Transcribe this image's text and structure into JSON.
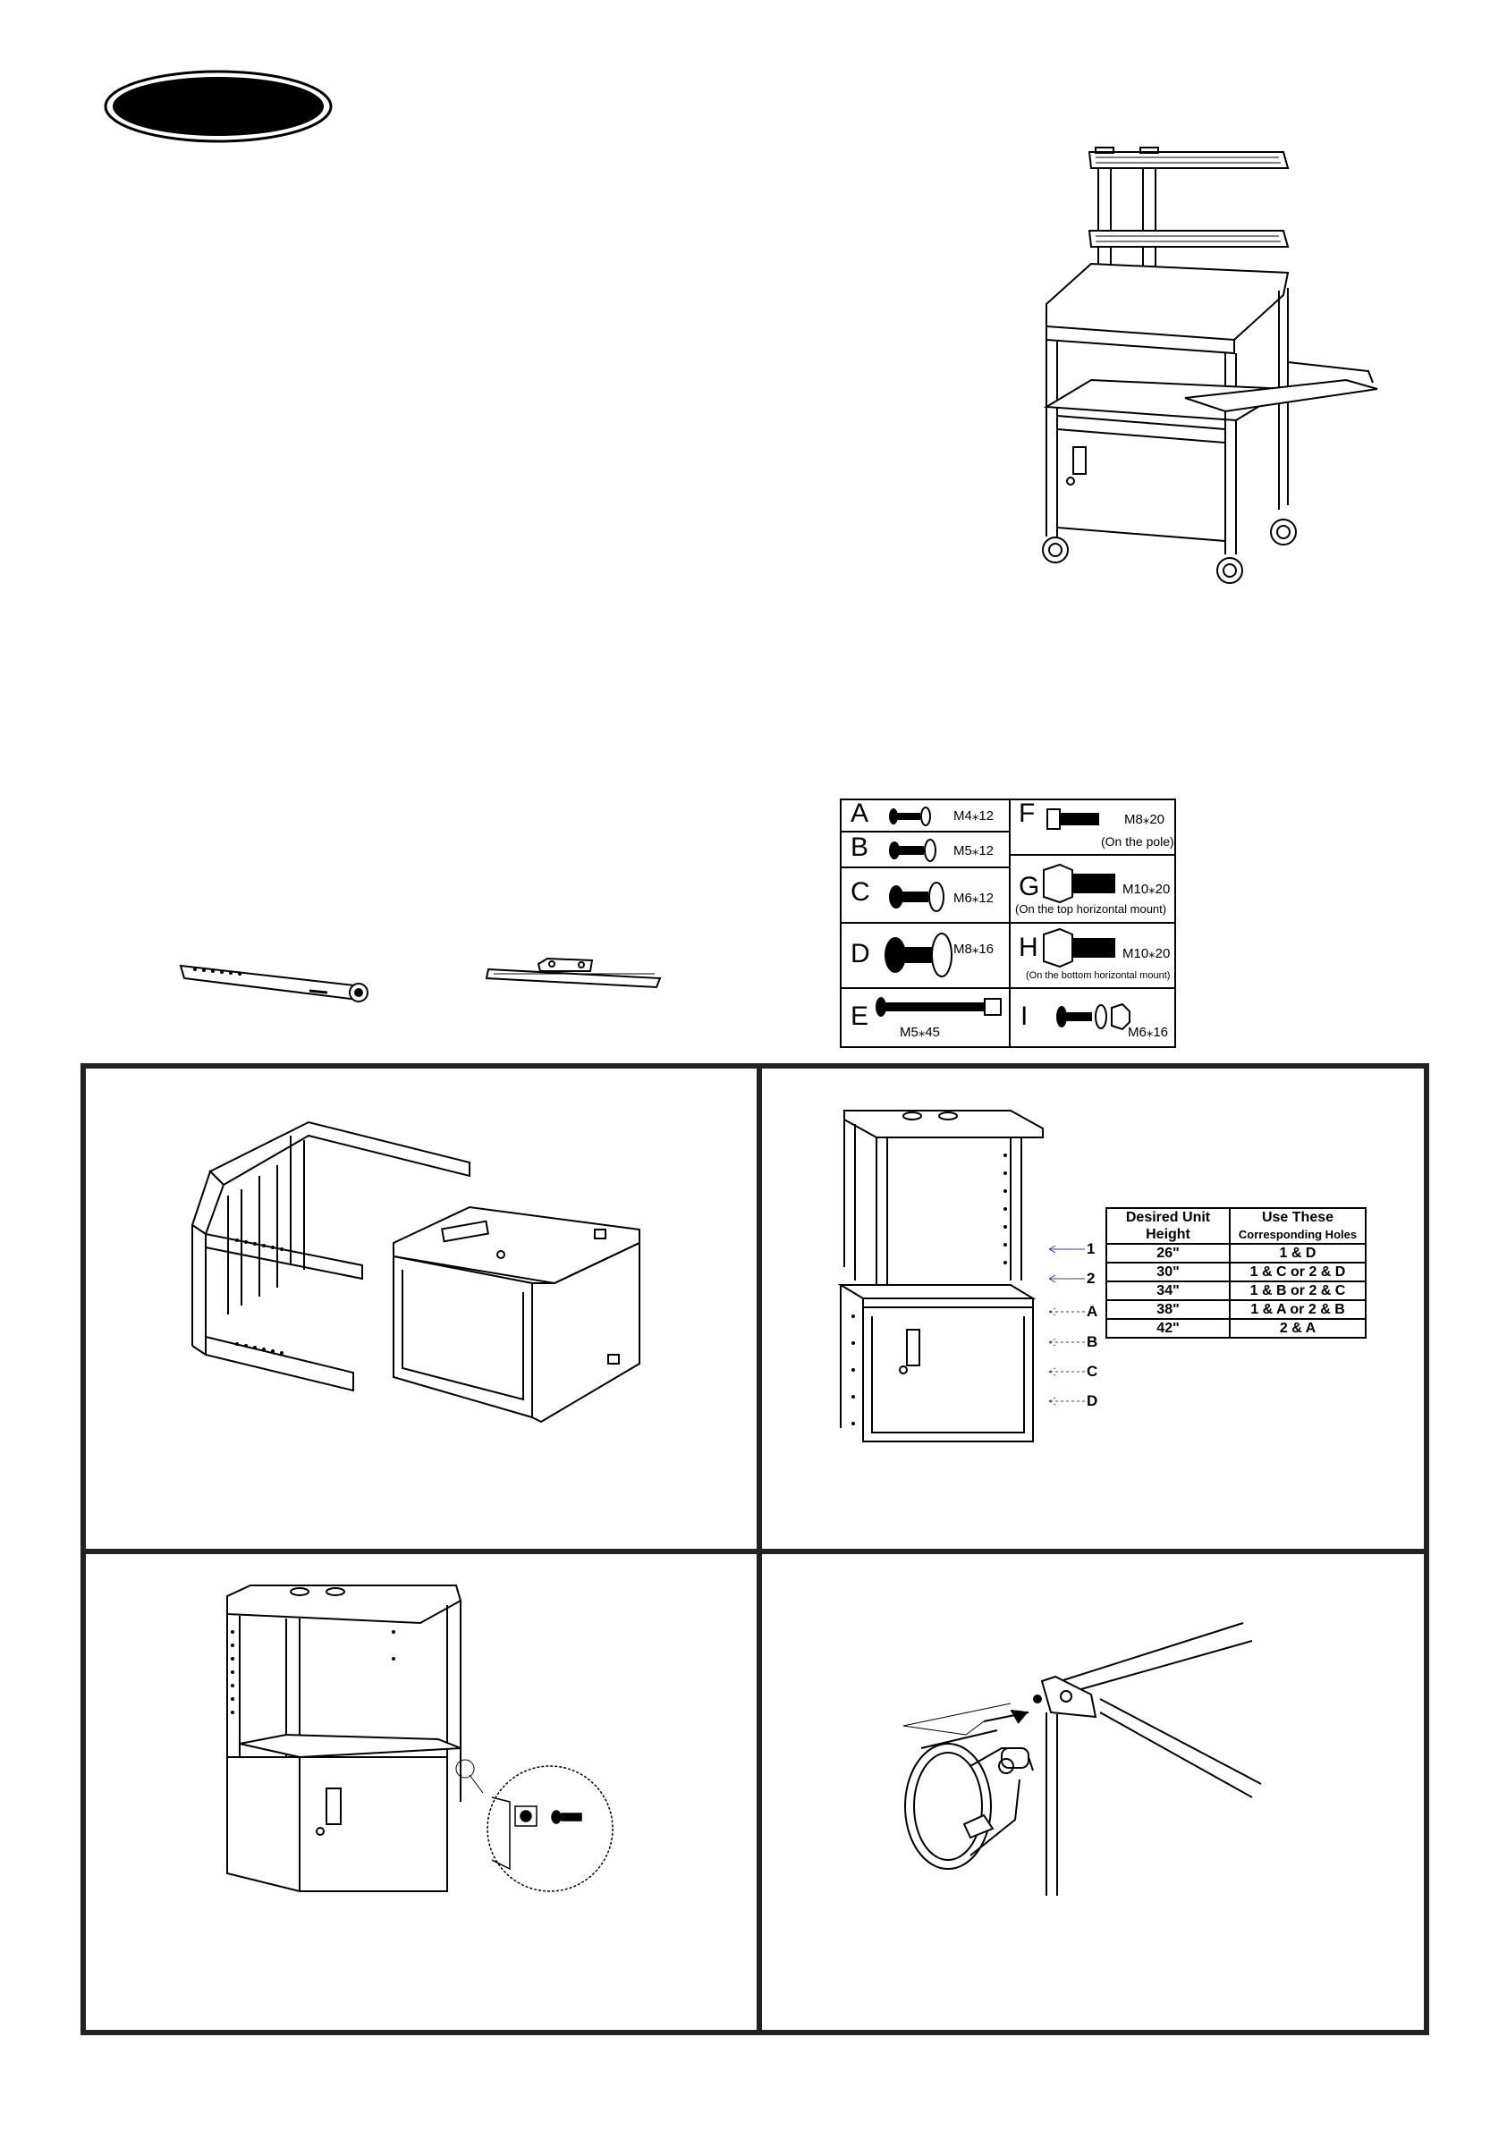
{
  "hardware": {
    "items": [
      {
        "letter": "A",
        "spec": "M4⁎12",
        "note": ""
      },
      {
        "letter": "B",
        "spec": "M5⁎12",
        "note": ""
      },
      {
        "letter": "C",
        "spec": "M6⁎12",
        "note": ""
      },
      {
        "letter": "D",
        "spec": "M8⁎16",
        "note": ""
      },
      {
        "letter": "E",
        "spec": "M5⁎45",
        "note": ""
      },
      {
        "letter": "F",
        "spec": "M8⁎20",
        "note": "(On the pole)"
      },
      {
        "letter": "G",
        "spec": "M10⁎20",
        "note": "(On the top horizontal mount)"
      },
      {
        "letter": "H",
        "spec": "M10⁎20",
        "note": "(On the bottom horizontal mount)"
      },
      {
        "letter": "I",
        "spec": "M6⁎16",
        "note": ""
      }
    ]
  },
  "height_table": {
    "col1": "Desired Unit Height",
    "col2_line1": "Use These",
    "col2_line2": "Corresponding Holes",
    "rows": [
      {
        "height": "26\"",
        "holes": "1 & D"
      },
      {
        "height": "30\"",
        "holes": "1 & C  or  2 & D"
      },
      {
        "height": "34\"",
        "holes": "1 & B  or  2 & C"
      },
      {
        "height": "38\"",
        "holes": "1 & A  or  2 & B"
      },
      {
        "height": "42\"",
        "holes": "2 & A"
      }
    ]
  },
  "hole_labels": [
    "1",
    "2",
    "A",
    "B",
    "C",
    "D"
  ]
}
